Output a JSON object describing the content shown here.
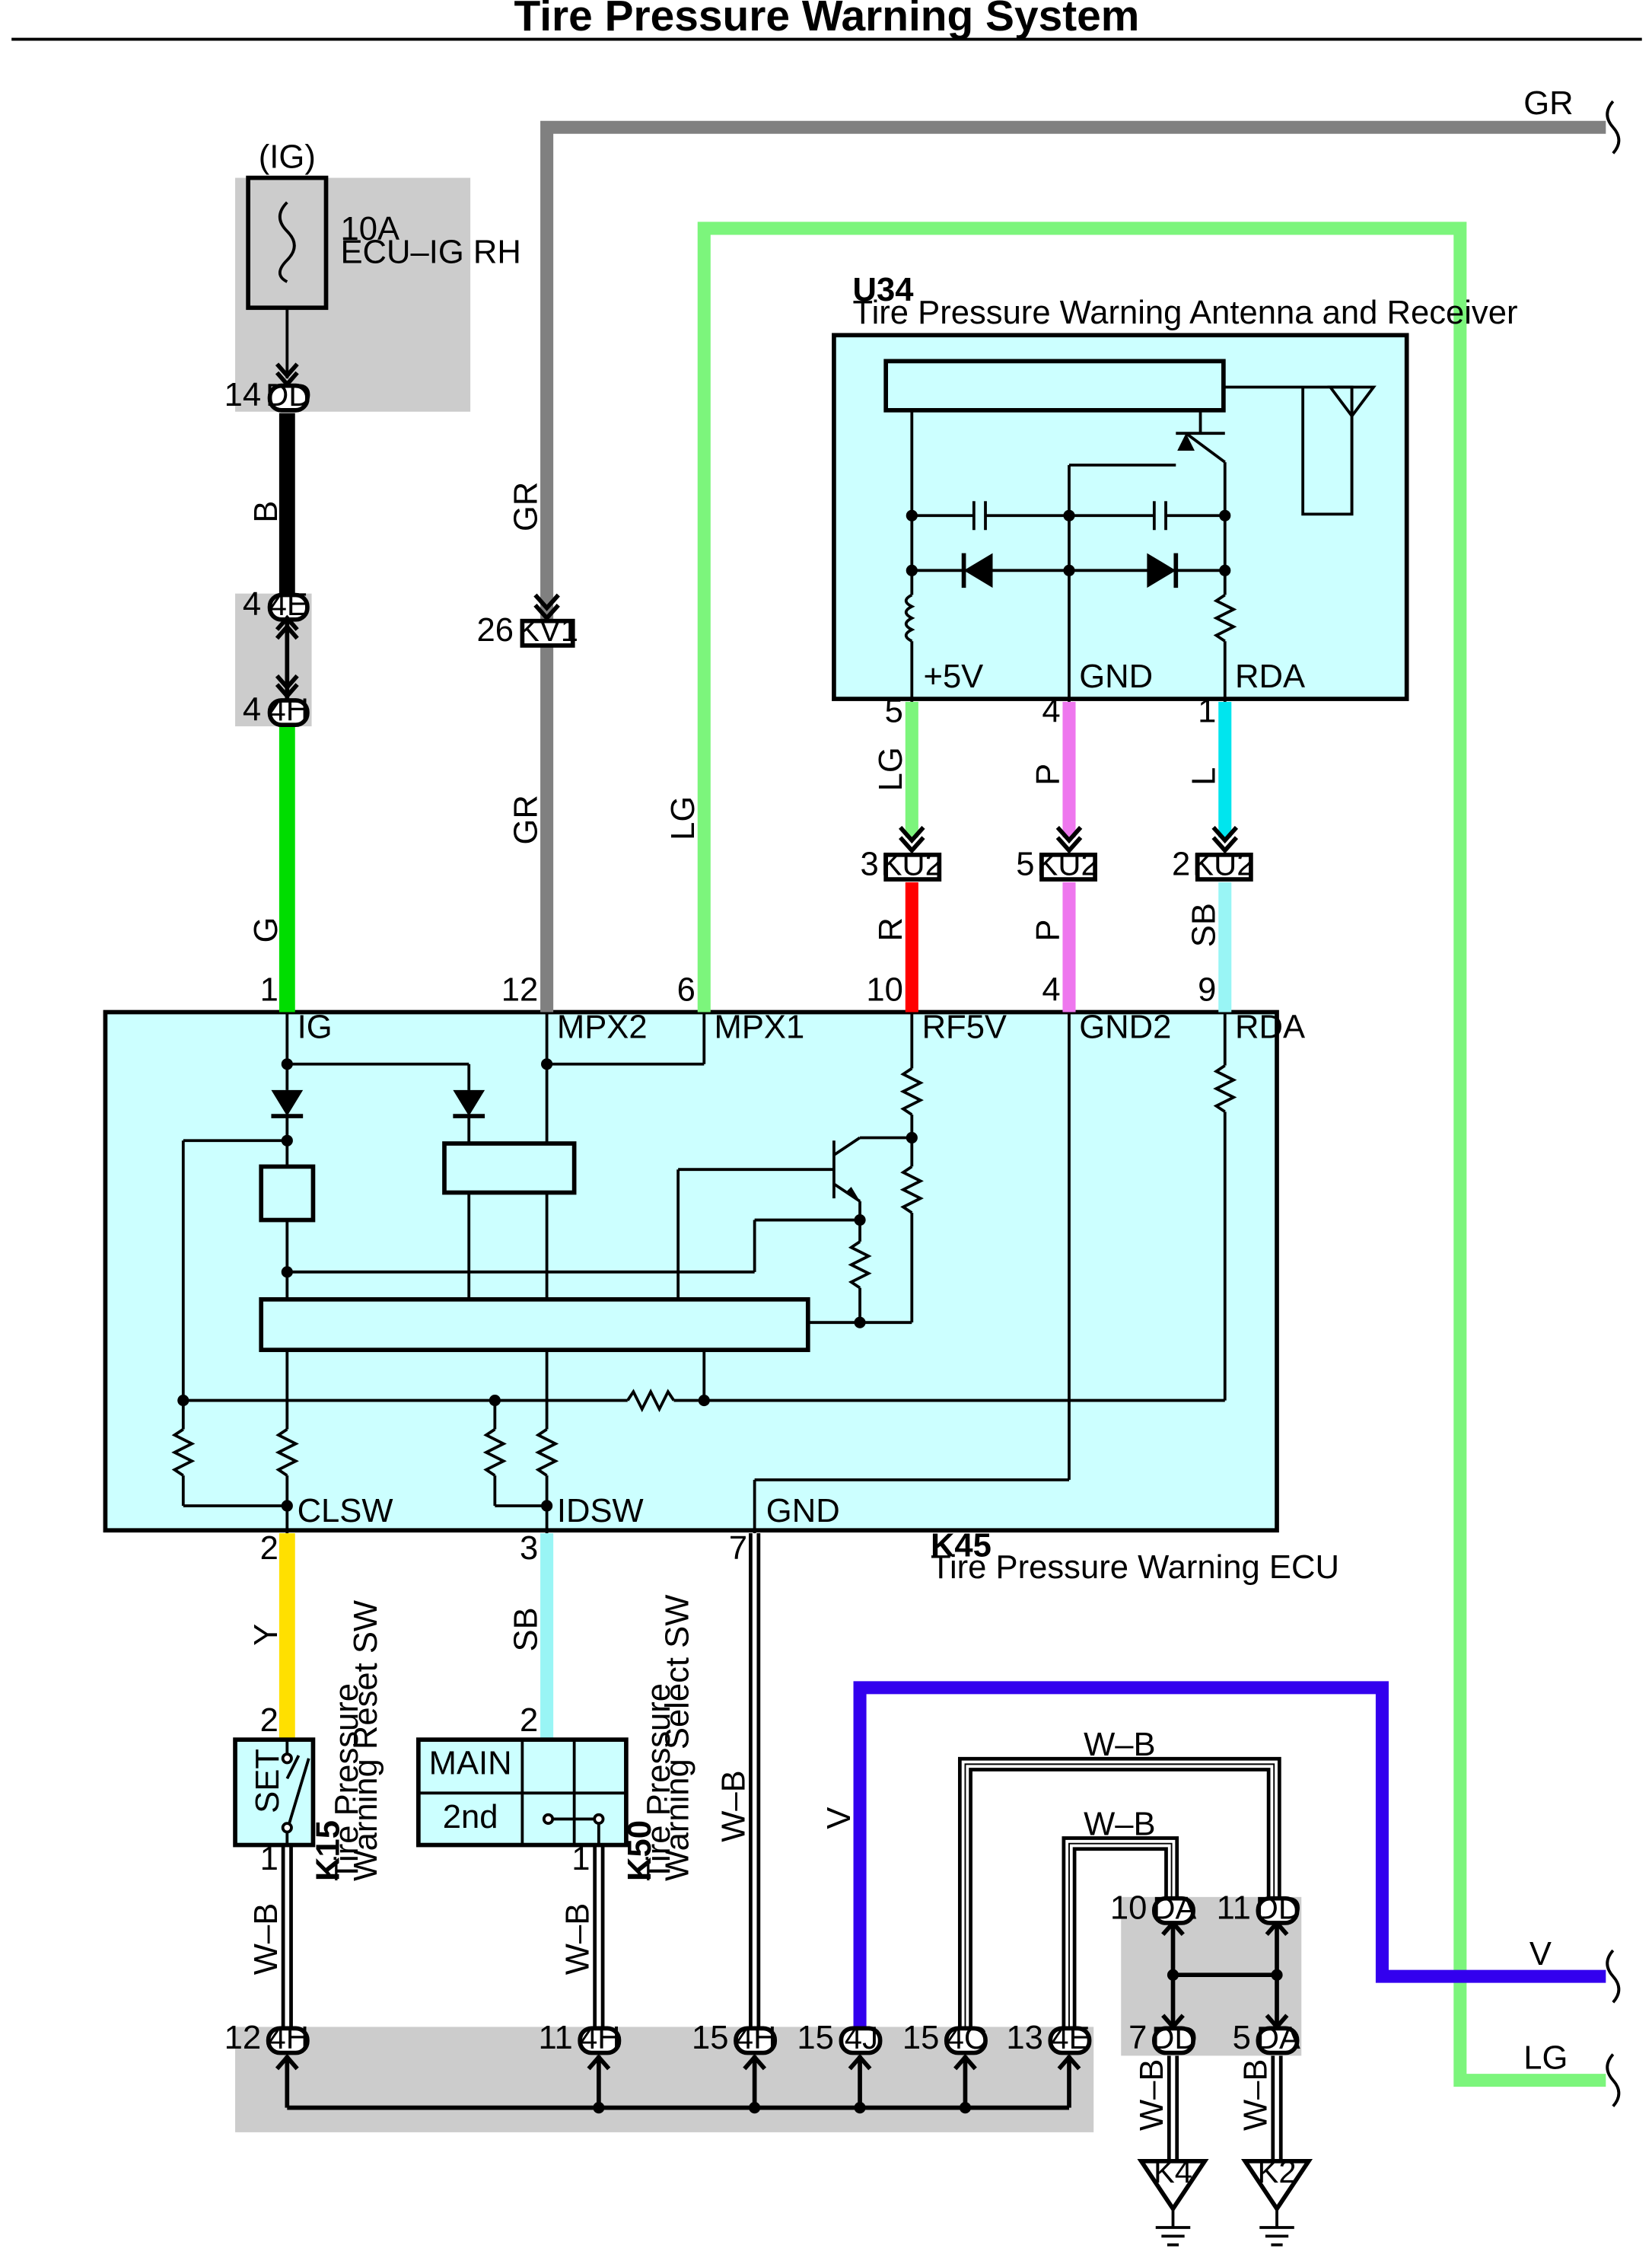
{
  "title": "Tire Pressure Warning System",
  "fuse": {
    "supply": "(IG)",
    "rating": "10A",
    "name": "ECU–IG RH"
  },
  "receiver": {
    "code": "U34",
    "name": "Tire Pressure Warning Antenna and Receiver",
    "terminals": {
      "plus5v": "+5V",
      "gnd": "GND",
      "rda": "RDA"
    },
    "pins": {
      "plus5v": "5",
      "gnd": "4",
      "rda": "1"
    }
  },
  "ecu": {
    "code": "K45",
    "name": "Tire Pressure Warning ECU",
    "terminals": {
      "ig": "IG",
      "mpx2": "MPX2",
      "mpx1": "MPX1",
      "rf5v": "RF5V",
      "gnd2": "GND2",
      "rda": "RDA",
      "clsw": "CLSW",
      "idsw": "IDSW",
      "gnd": "GND"
    },
    "pins": {
      "ig": "1",
      "mpx2": "12",
      "mpx1": "6",
      "rf5v": "10",
      "gnd2": "4",
      "rda": "9",
      "clsw": "2",
      "idsw": "3",
      "gnd": "7"
    }
  },
  "reset_switch": {
    "code": "K15",
    "name_line1": "Tire Pressure",
    "name_line2": "Warning Reset SW",
    "label": "SET",
    "pin_top": "2",
    "pin_bottom": "1"
  },
  "select_switch": {
    "code": "K50",
    "name_line1": "Tire Pressure",
    "name_line2": "Warning Select SW",
    "row1": "MAIN",
    "row2": "2nd",
    "pin_top": "2",
    "pin_bottom": "1"
  },
  "connectors": {
    "dd": "DD",
    "c4e": "4E",
    "c4h": "4H",
    "kv1": "KV1",
    "ku2": "KU2",
    "c4j": "4J",
    "c4c": "4C",
    "da": "DA",
    "k4": "K4",
    "k2": "K2"
  },
  "pin_numbers": {
    "dd_fuse": "14",
    "c4e_top": "4",
    "c4h_top": "4",
    "kv1": "26",
    "ku2_r": "3",
    "ku2_p": "5",
    "ku2_sb": "2",
    "bus_4h_a": "12",
    "bus_4h_b": "11",
    "bus_4h_c": "15",
    "bus_4j": "15",
    "bus_4c": "15",
    "bus_4e": "13",
    "da_top": "10",
    "dd_top": "11",
    "dd_bottom": "7",
    "da_bottom": "5"
  },
  "wire_colors": {
    "b": "B",
    "g": "G",
    "gr": "GR",
    "lg": "LG",
    "p": "P",
    "l": "L",
    "r": "R",
    "sb": "SB",
    "y": "Y",
    "wb": "W–B",
    "v": "V"
  },
  "colors": {
    "b": "#000000",
    "g": "#00dd00",
    "gr": "#808080",
    "lg": "#7cf57c",
    "p": "#ee77ee",
    "l": "#00e5ee",
    "r": "#ff0000",
    "sb": "#99f5f5",
    "y": "#ffe000",
    "v": "#3300ee",
    "module": "#ccffff",
    "junction": "#cccccc"
  }
}
